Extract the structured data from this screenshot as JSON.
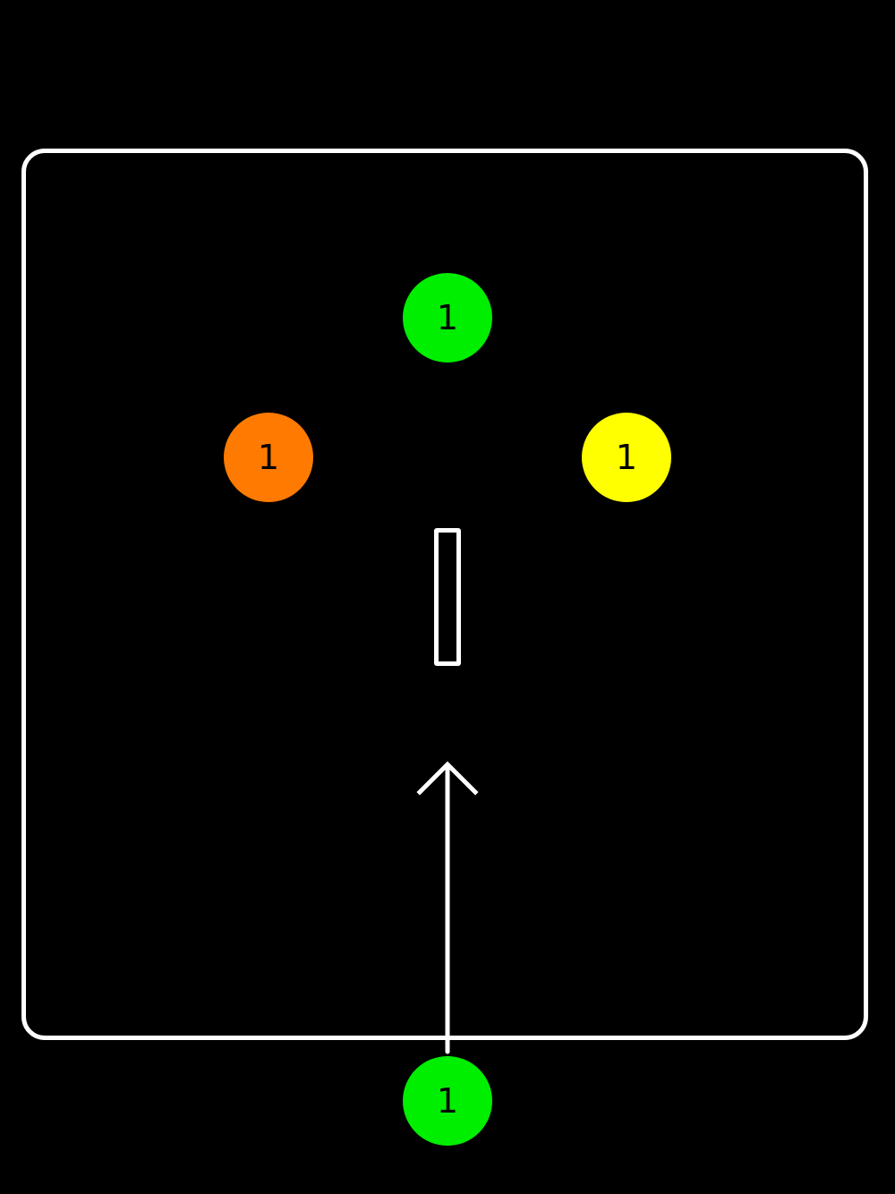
{
  "colors": {
    "background": "#000000",
    "board_border": "#ffffff",
    "green": "#00e600",
    "orange": "#ff7a00",
    "yellow": "#ffff00"
  },
  "balls": {
    "top": {
      "label": "1",
      "color": "#00ee00"
    },
    "left": {
      "label": "1",
      "color": "#ff7a00"
    },
    "right": {
      "label": "1",
      "color": "#ffff00"
    },
    "launcher": {
      "label": "1",
      "color": "#00ee00"
    }
  },
  "icons": {
    "aim": "arrow-up-icon"
  }
}
